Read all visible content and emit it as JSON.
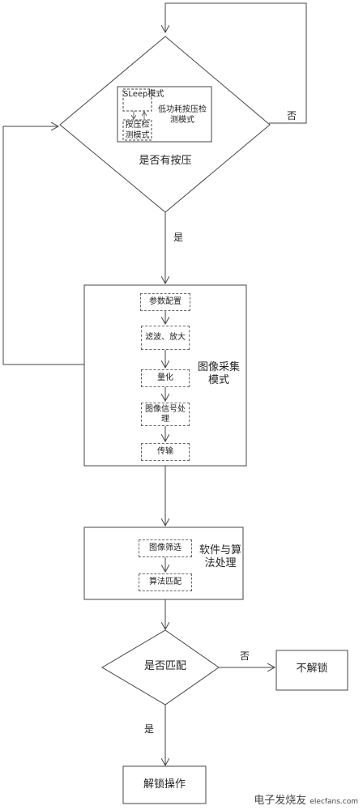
{
  "sleep_mode": "SLeep模式",
  "press_detect": "按压检测模式",
  "low_power": "低功耗按压检测模式",
  "decision1": "是否有按压",
  "no_label1": "否",
  "yes_label1": "是",
  "steps": [
    "参数配置",
    "滤波、放大",
    "量化",
    "图像信号处理",
    "传输"
  ],
  "image_mode": "图像采集模式",
  "soft_steps": [
    "图像筛选",
    "算法匹配"
  ],
  "software": "软件与算法处理",
  "decision2": "是否匹配",
  "no_label2": "否",
  "yes_label2": "是",
  "no_unlock": "不解锁",
  "unlock": "解锁操作",
  "watermark": "电子发烧友",
  "watermark_sub": "elecfans.com"
}
